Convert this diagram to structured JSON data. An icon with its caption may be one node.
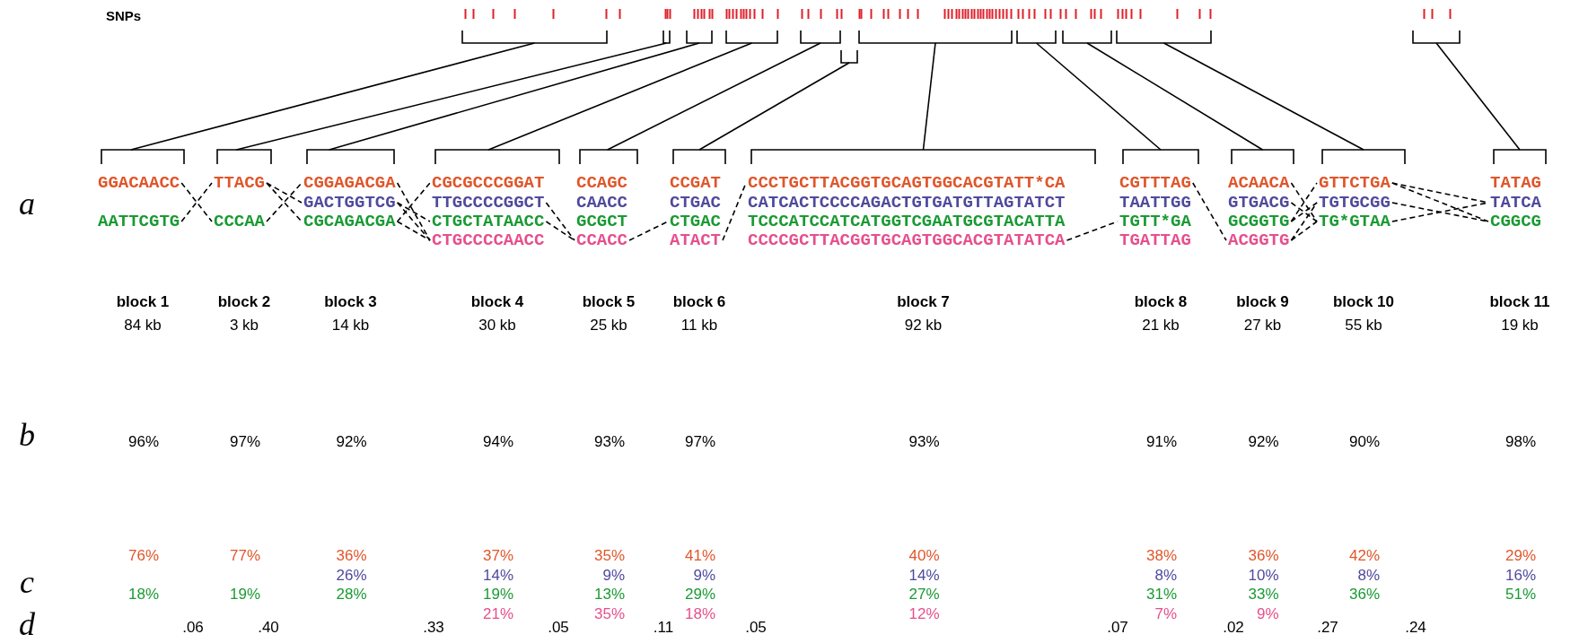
{
  "diagram": {
    "nodes": [
      {
        "text": [],
        "shape": "bracket"
      },
      {
        "text": [],
        "shape": "bracket"
      },
      {
        "text": [],
        "shape": "bracket"
      },
      {
        "text": [],
        "shape": "bracket"
      },
      {
        "text": [],
        "shape": "bracket"
      },
      {
        "text": [],
        "shape": "bracket"
      },
      {
        "text": [],
        "shape": "bracket"
      },
      {
        "text": [],
        "shape": "bracket"
      },
      {
        "text": [],
        "shape": "bracket"
      },
      {
        "text": [],
        "shape": "bracket"
      },
      {
        "text": [],
        "shape": "bracket"
      },
      {
        "text": [
          "block 1",
          "84 kb"
        ]
      },
      {
        "text": [
          "GGACAACC"
        ],
        "in": 11
      },
      {
        "text": [
          "AATTCGTG"
        ],
        "in": 11
      },
      {
        "text": [
          "block 2",
          "3 kb"
        ]
      },
      {
        "text": [
          "TTACG"
        ],
        "in": 14
      },
      {
        "text": [
          "CCCAA"
        ],
        "in": 14
      },
      {
        "text": [
          "block 3",
          "14 kb"
        ]
      },
      {
        "text": [
          "CGGAGACGA"
        ],
        "in": 17
      },
      {
        "text": [
          "GACTGGTCG"
        ],
        "in": 17
      },
      {
        "text": [
          "CGCAGACGA"
        ],
        "in": 17
      },
      {
        "text": [
          "block 4",
          "30 kb"
        ]
      },
      {
        "text": [
          "CGCGCCCGGAT"
        ],
        "in": 21
      },
      {
        "text": [
          "TTGCCCCGGCT"
        ],
        "in": 21
      },
      {
        "text": [
          "CTGCTATAACC"
        ],
        "in": 21
      },
      {
        "text": [
          "CTGCCCCAACC"
        ],
        "in": 21
      },
      {
        "text": [
          "block 5",
          "25 kb"
        ]
      },
      {
        "text": [
          "CCAGC"
        ],
        "in": 26
      },
      {
        "text": [
          "CAACC"
        ],
        "in": 26
      },
      {
        "text": [
          "GCGCT"
        ],
        "in": 26
      },
      {
        "text": [
          "CCACC"
        ],
        "in": 26
      },
      {
        "text": [
          "block 6",
          "11 kb"
        ]
      },
      {
        "text": [
          "CCGAT"
        ],
        "in": 31
      },
      {
        "text": [
          "CTGAC"
        ],
        "in": 31
      },
      {
        "text": [
          "CTGAC"
        ],
        "in": 31
      },
      {
        "text": [
          "ATACT"
        ],
        "in": 31
      },
      {
        "text": [
          "block 7",
          "92 kb"
        ]
      },
      {
        "text": [
          "CCCTGCTTACGGTGCAGTGGCACGTATT*CA"
        ],
        "in": 36
      },
      {
        "text": [
          "CATCACTCCCCAGACTGTGATGTTAGTATCT"
        ],
        "in": 36
      },
      {
        "text": [
          "TCCCATCCATCATGGTCGAATGCGTACATTA"
        ],
        "in": 36
      },
      {
        "text": [
          "CCCCGCTTACGGTGCAGTGGCACGTATATCA"
        ],
        "in": 36
      },
      {
        "text": [
          "block 8",
          "21 kb"
        ]
      },
      {
        "text": [
          "CGTTTAG"
        ],
        "in": 41
      },
      {
        "text": [
          "TAATTGG"
        ],
        "in": 41
      },
      {
        "text": [
          "TGTT*GA"
        ],
        "in": 41
      },
      {
        "text": [
          "TGATTAG"
        ],
        "in": 41
      },
      {
        "text": [
          "block 9",
          "27 kb"
        ]
      },
      {
        "text": [
          "ACAACA"
        ],
        "in": 46
      },
      {
        "text": [
          "GTGACG"
        ],
        "in": 46
      },
      {
        "text": [
          "GCGGTG"
        ],
        "in": 46
      },
      {
        "text": [
          "ACGGTG"
        ],
        "in": 46
      },
      {
        "text": [
          "block 10",
          "55 kb"
        ]
      },
      {
        "text": [
          "GTTCTGA"
        ],
        "in": 51
      },
      {
        "text": [
          "TGTGCGG"
        ],
        "in": 51
      },
      {
        "text": [
          "TG*GTAA"
        ],
        "in": 51
      },
      {
        "text": [
          "block 11",
          "19 kb"
        ]
      },
      {
        "text": [
          "TATAG"
        ],
        "in": 55
      },
      {
        "text": [
          "TATCA"
        ],
        "in": 55
      },
      {
        "text": [
          "CGGCG"
        ],
        "in": 55
      }
    ],
    "edges": [
      {
        "from": 0,
        "to": 11,
        "arrow": "none"
      },
      {
        "from": 1,
        "to": 14,
        "arrow": "none"
      },
      {
        "from": 2,
        "to": 17,
        "arrow": "none"
      },
      {
        "from": 3,
        "to": 21,
        "arrow": "none"
      },
      {
        "from": 4,
        "to": 26,
        "arrow": "none"
      },
      {
        "from": 5,
        "to": 31,
        "arrow": "none"
      },
      {
        "from": 6,
        "to": 36,
        "arrow": "none"
      },
      {
        "from": 7,
        "to": 41,
        "arrow": "none"
      },
      {
        "from": 8,
        "to": 46,
        "arrow": "none"
      },
      {
        "from": 9,
        "to": 51,
        "arrow": "none"
      },
      {
        "from": 10,
        "to": 55,
        "arrow": "none"
      },
      {
        "from": 12,
        "to": 16,
        "arrow": "none",
        "style": "dashed"
      },
      {
        "from": 13,
        "to": 15,
        "arrow": "none",
        "style": "dashed"
      },
      {
        "from": 15,
        "to": 19,
        "arrow": "none",
        "style": "dashed"
      },
      {
        "from": 15,
        "to": 20,
        "arrow": "none",
        "style": "dashed"
      },
      {
        "from": 16,
        "to": 18,
        "arrow": "none",
        "style": "dashed"
      },
      {
        "from": 18,
        "to": 25,
        "arrow": "none",
        "style": "dashed"
      },
      {
        "from": 19,
        "to": 24,
        "arrow": "none",
        "style": "dashed"
      },
      {
        "from": 19,
        "to": 25,
        "arrow": "none",
        "style": "dashed"
      },
      {
        "from": 20,
        "to": 22,
        "arrow": "none",
        "style": "dashed"
      },
      {
        "from": 20,
        "to": 25,
        "arrow": "none",
        "style": "dashed"
      },
      {
        "from": 23,
        "to": 30,
        "arrow": "none",
        "style": "dashed"
      },
      {
        "from": 24,
        "to": 30,
        "arrow": "none",
        "style": "dashed"
      },
      {
        "from": 30,
        "to": 34,
        "arrow": "none",
        "style": "dashed"
      },
      {
        "from": 35,
        "to": 37,
        "arrow": "none",
        "style": "dashed"
      },
      {
        "from": 40,
        "to": 44,
        "arrow": "none",
        "style": "dashed"
      },
      {
        "from": 42,
        "to": 50,
        "arrow": "none",
        "style": "dashed"
      },
      {
        "from": 47,
        "to": 54,
        "arrow": "none",
        "style": "dashed"
      },
      {
        "from": 48,
        "to": 54,
        "arrow": "none",
        "style": "dashed"
      },
      {
        "from": 49,
        "to": 52,
        "arrow": "none",
        "style": "dashed"
      },
      {
        "from": 49,
        "to": 53,
        "arrow": "none",
        "style": "dashed"
      },
      {
        "from": 50,
        "to": 53,
        "arrow": "none",
        "style": "dashed"
      },
      {
        "from": 50,
        "to": 54,
        "arrow": "none",
        "style": "dashed"
      },
      {
        "from": 52,
        "to": 57,
        "arrow": "none",
        "style": "dashed"
      },
      {
        "from": 52,
        "to": 58,
        "arrow": "none",
        "style": "dashed"
      },
      {
        "from": 53,
        "to": 58,
        "arrow": "none",
        "style": "dashed"
      },
      {
        "from": 54,
        "to": 57,
        "arrow": "none",
        "style": "dashed"
      }
    ],
    "labels": [
      "SNPs",
      "a",
      "b",
      "96%",
      "97%",
      "92%",
      "94%",
      "93%",
      "97%",
      "93%",
      "91%",
      "92%",
      "90%",
      "98%",
      "c",
      "76%",
      "77%",
      "36%",
      "37%",
      "35%",
      "41%",
      "40%",
      "38%",
      "36%",
      "42%",
      "29%",
      "26%",
      "14%",
      "9%",
      "9%",
      "14%",
      "8%",
      "10%",
      "8%",
      "16%",
      "18%",
      "19%",
      "28%",
      "19%",
      "13%",
      "29%",
      "27%",
      "31%",
      "33%",
      "36%",
      "51%",
      "21%",
      "35%",
      "18%",
      "12%",
      "7%",
      "9%",
      "d",
      ".06",
      ".40",
      ".33",
      ".05",
      ".11",
      ".05",
      ".07",
      ".02",
      ".27",
      ".24"
    ]
  }
}
